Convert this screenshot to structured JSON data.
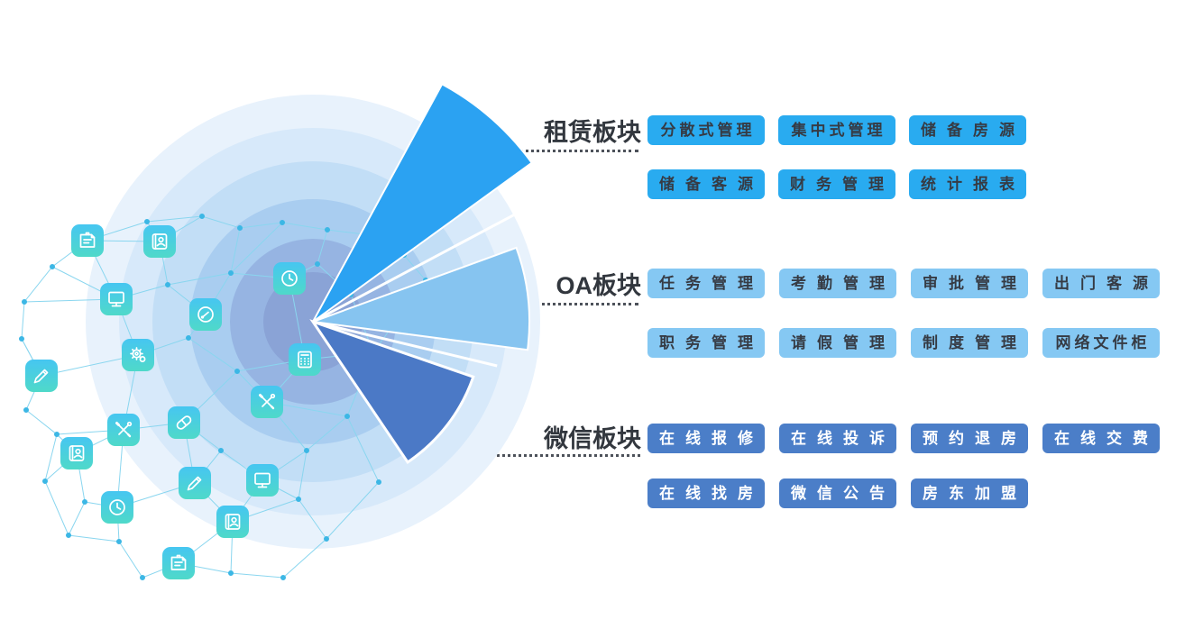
{
  "sections": [
    {
      "label": "租赁板块",
      "buttons": [
        "分散式管理",
        "集中式管理",
        "储备房源",
        "储备客源",
        "财务管理",
        "统计报表"
      ],
      "button_bg": "#29abf0",
      "button_text_color": "#363b44"
    },
    {
      "label": "OA板块",
      "buttons": [
        "任务管理",
        "考勤管理",
        "审批管理",
        "出门客源",
        "职务管理",
        "请假管理",
        "制度管理",
        "网络文件柜"
      ],
      "button_bg": "#85c8f3",
      "button_text_color": "#363b44"
    },
    {
      "label": "微信板块",
      "buttons": [
        "在线报修",
        "在线投诉",
        "预约退房",
        "在线交费",
        "在线找房",
        "微信公告",
        "房东加盟"
      ],
      "button_bg": "#4b7ec8",
      "button_text_color": "#ffffff"
    }
  ],
  "label_color": "#32373e",
  "dot_leader_color": "#4d525a",
  "graphic": {
    "wedges": [
      {
        "name": "rental-wedge",
        "color": "#2ba2f2"
      },
      {
        "name": "oa-wedge",
        "color": "#86c4f0"
      },
      {
        "name": "wechat-wedge",
        "color": "#4b79c6"
      }
    ],
    "ring_colors": [
      "#e8f2fc",
      "#d7e9fa",
      "#c2def6",
      "#a9cdf0",
      "#96b4e2",
      "#8aa3d6"
    ],
    "icon_tile_gradient": [
      "#46c6f1",
      "#4fd9c9"
    ],
    "node_color": "#3cb7e5",
    "line_color": "#8ad6ef",
    "icons": [
      "clipboard-note-icon",
      "contacts-book-icon",
      "monitor-icon",
      "gauge-icon",
      "gears-icon",
      "pencil-icon",
      "clock-icon",
      "calculator-icon",
      "tools-icon",
      "capsule-icon"
    ]
  }
}
